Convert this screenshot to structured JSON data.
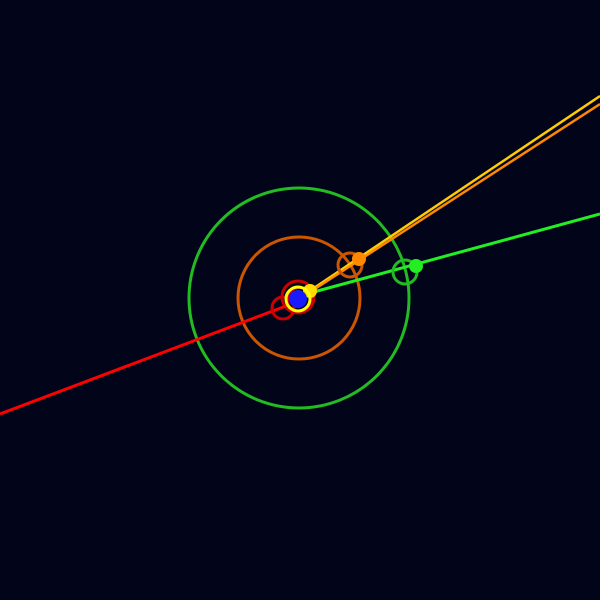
{
  "scene": {
    "background_color": "#02041a",
    "center_body": {
      "icon": "planet-icon",
      "fill_color": "#1a1aff",
      "ring_color": "#ffff00"
    },
    "orbits": [
      {
        "id": "inner-small-1",
        "color": "#cc0000"
      },
      {
        "id": "inner-small-2",
        "color": "#cc0000"
      },
      {
        "id": "middle",
        "color": "#cc5500"
      },
      {
        "id": "outer",
        "color": "#22bb22"
      }
    ],
    "trajectories": [
      {
        "id": "red",
        "color": "#ff0000"
      },
      {
        "id": "yellow",
        "color": "#ffcc00"
      },
      {
        "id": "orange",
        "color": "#ff8800"
      },
      {
        "id": "green",
        "color": "#22ee22"
      }
    ],
    "markers": [
      {
        "id": "yellow-dot",
        "color": "#ffdd00"
      },
      {
        "id": "orange-dot",
        "color": "#ff8800"
      },
      {
        "id": "green-dot",
        "color": "#22ee22"
      },
      {
        "id": "red-dot",
        "color": "#cc0000"
      }
    ],
    "targets": [
      {
        "id": "orange-target",
        "color": "#cc5500"
      },
      {
        "id": "green-target",
        "color": "#22bb22"
      },
      {
        "id": "red-target",
        "color": "#cc0000"
      }
    ]
  }
}
